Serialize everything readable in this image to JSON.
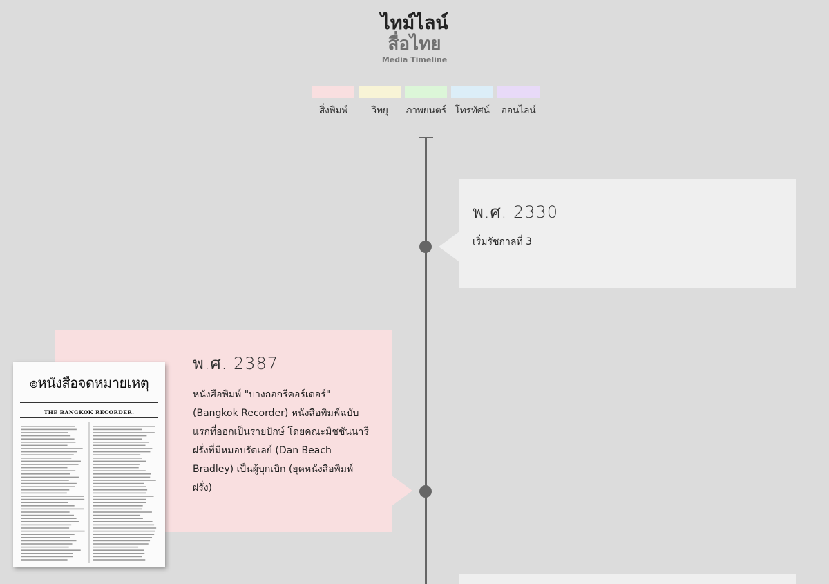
{
  "header": {
    "title_line1": "ไทม์ไลน์",
    "title_line2": "สื่อไทย",
    "subtitle": "Media Timeline"
  },
  "legend": [
    {
      "label": "สิ่งพิมพ์",
      "color": "#f9dfe0"
    },
    {
      "label": "วิทยุ",
      "color": "#f8f4d6"
    },
    {
      "label": "ภาพยนตร์",
      "color": "#dcf6d8"
    },
    {
      "label": "โทรทัศน์",
      "color": "#dceef8"
    },
    {
      "label": "ออนไลน์",
      "color": "#e8daf8"
    }
  ],
  "events": [
    {
      "year": "พ.ศ. 2330",
      "text": "เริ่มรัชกาลที่ 3",
      "category": "none"
    },
    {
      "year": "พ.ศ. 2387",
      "text": "หนังสือพิมพ์ \"บางกอกรีคอร์เดอร์\" (Bangkok Recorder) หนังสือพิมพ์ฉบับแรกที่ออกเป็นรายปักษ์ โดยคณะมิชชันนารีฝรั่งที่มีหมอบรัดเลย์ (Dan Beach Bradley) เป็นผู้บุกเบิก (ยุคหนังสือพิมพ์ฝรั่ง)",
      "text_lines": [
        "หนังสือพิมพ์ \"บางกอกรีคอร์เดอร์\"",
        "(Bangkok Recorder) หนังสือพิมพ์ฉบับ",
        "แรกที่ออกเป็นรายปักษ์ โดยคณะมิชชันนารี",
        "ฝรั่งที่มีหมอบรัดเลย์ (Dan Beach",
        "Bradley) เป็นผู้บุกเบิก (ยุคหนังสือพิมพ์",
        "ฝรั่ง)"
      ],
      "category": "สิ่งพิมพ์",
      "image": {
        "masthead": "๏หนังสือจดหมายเหตุ",
        "english_title": "THE BANGKOK RECORDER."
      }
    }
  ]
}
